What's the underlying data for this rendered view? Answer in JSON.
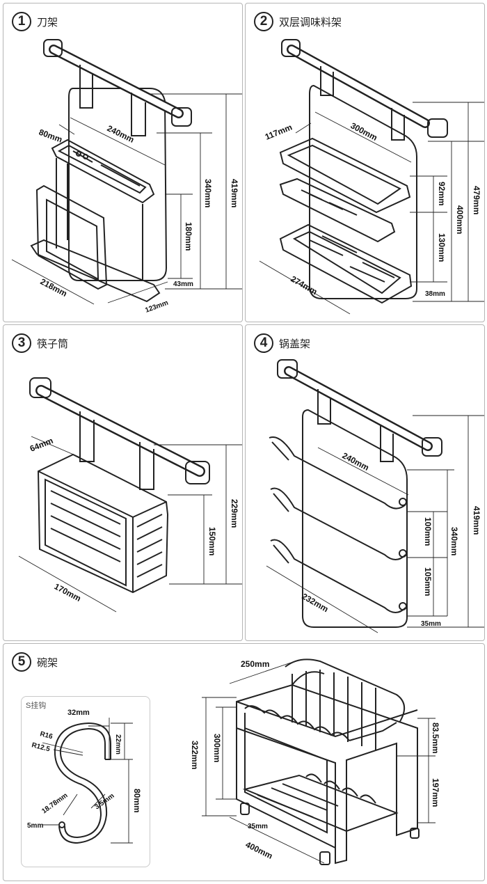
{
  "panels": [
    {
      "num": "1",
      "title": "刀架",
      "dims": {
        "a": "80mm",
        "b": "240mm",
        "c": "419mm",
        "d": "340mm",
        "e": "180mm",
        "f": "218mm",
        "g": "43mm",
        "h": "123mm"
      }
    },
    {
      "num": "2",
      "title": "双层调味料架",
      "dims": {
        "a": "117mm",
        "b": "300mm",
        "c": "479mm",
        "d": "400mm",
        "e": "92mm",
        "f": "130mm",
        "g": "274mm",
        "h": "38mm"
      }
    },
    {
      "num": "3",
      "title": "筷子筒",
      "dims": {
        "a": "64mm",
        "b": "229mm",
        "c": "150mm",
        "d": "170mm"
      }
    },
    {
      "num": "4",
      "title": "锅盖架",
      "dims": {
        "a": "240mm",
        "b": "419mm",
        "c": "340mm",
        "d": "100mm",
        "e": "105mm",
        "f": "232mm",
        "g": "35mm"
      }
    },
    {
      "num": "5",
      "title": "碗架",
      "dims": {
        "a": "250mm",
        "b": "300mm",
        "c": "322mm",
        "d": "83.5mm",
        "e": "197mm",
        "f": "35mm",
        "g": "400mm"
      }
    }
  ],
  "s_hook": {
    "title": "S挂钩",
    "dims": {
      "a": "32mm",
      "b": "R16",
      "c": "R12.5",
      "d": "22mm",
      "e": "80mm",
      "f": "18.78mm",
      "g": "3.5mm",
      "h": "5mm"
    }
  },
  "colors": {
    "stroke": "#222222",
    "border": "#b5b5b5"
  }
}
